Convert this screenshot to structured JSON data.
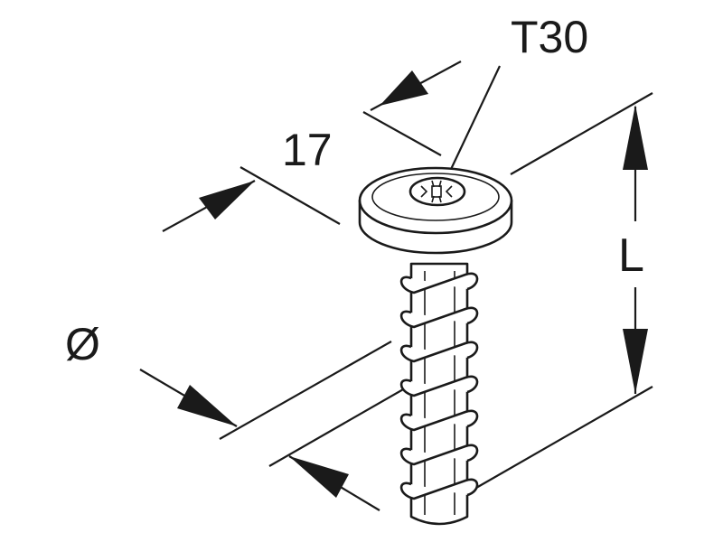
{
  "labels": {
    "drive": "T30",
    "head_diameter": "17",
    "length": "L",
    "diameter": "Ø"
  },
  "colors": {
    "line": "#1a1a1a",
    "background": "#ffffff"
  }
}
